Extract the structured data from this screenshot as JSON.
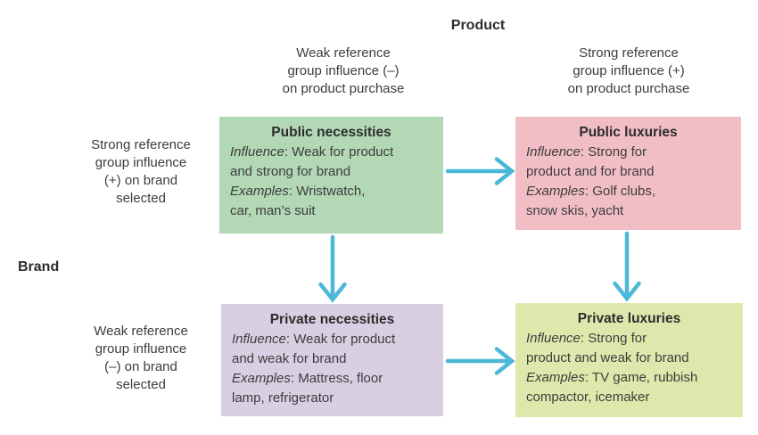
{
  "colors": {
    "arrow": "#4bb8d8",
    "text": "#3d3d3d",
    "background": "#ffffff"
  },
  "axes": {
    "product": {
      "label": "Product",
      "weak_header": {
        "line1": "Weak reference",
        "line2": "group influence (–)",
        "line3": "on product purchase"
      },
      "strong_header": {
        "line1": "Strong reference",
        "line2": "group influence (+)",
        "line3": "on product purchase"
      }
    },
    "brand": {
      "label": "Brand",
      "strong_header": {
        "line1": "Strong reference",
        "line2": "group influence",
        "line3": "(+) on brand",
        "line4": "selected"
      },
      "weak_header": {
        "line1": "Weak reference",
        "line2": "group influence",
        "line3": "(–) on brand",
        "line4": "selected"
      }
    }
  },
  "quadrants": [
    {
      "name": "public-necessities",
      "title": "Public necessities",
      "fill": "#b2d8b5",
      "lines": [
        {
          "em": "Influence",
          "text": ": Weak for product"
        },
        {
          "em": "",
          "text": "and strong for brand"
        },
        {
          "em": "Examples",
          "text": ": Wristwatch,"
        },
        {
          "em": "",
          "text": "car, man’s suit"
        }
      ]
    },
    {
      "name": "public-luxuries",
      "title": "Public luxuries",
      "fill": "#f2bec6",
      "lines": [
        {
          "em": "Influence",
          "text": ": Strong for"
        },
        {
          "em": "",
          "text": "product and for brand"
        },
        {
          "em": "Examples",
          "text": ": Golf clubs,"
        },
        {
          "em": "",
          "text": "snow skis, yacht"
        }
      ]
    },
    {
      "name": "private-necessities",
      "title": "Private necessities",
      "fill": "#d8cfe2",
      "lines": [
        {
          "em": "Influence",
          "text": ": Weak for product"
        },
        {
          "em": "",
          "text": "and weak for brand"
        },
        {
          "em": "Examples",
          "text": ": Mattress, floor"
        },
        {
          "em": "",
          "text": "lamp, refrigerator"
        }
      ]
    },
    {
      "name": "private-luxuries",
      "title": "Private luxuries",
      "fill": "#dfe8ac",
      "lines": [
        {
          "em": "Influence",
          "text": ": Strong for"
        },
        {
          "em": "",
          "text": "product and weak for brand"
        },
        {
          "em": "Examples",
          "text": ": TV game, rubbish"
        },
        {
          "em": "",
          "text": "compactor, icemaker"
        }
      ]
    }
  ]
}
